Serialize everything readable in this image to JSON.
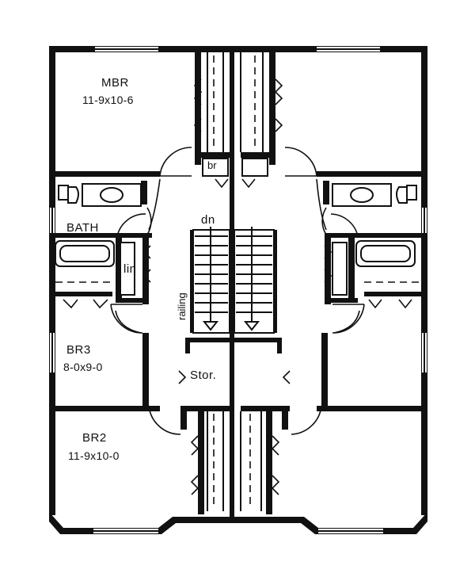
{
  "rooms": {
    "mbr": {
      "name": "MBR",
      "dims": "11-9x10-6"
    },
    "bath": {
      "name": "BATH"
    },
    "linen": {
      "name": "lin"
    },
    "br": {
      "name": "br"
    },
    "br3": {
      "name": "BR3",
      "dims": "8-0x9-0"
    },
    "br2": {
      "name": "BR2",
      "dims": "11-9x10-0"
    },
    "storage": {
      "name": "Stor."
    }
  },
  "stair": {
    "direction_label": "dn",
    "railing_label": "railing"
  },
  "colors": {
    "ink": "#111111",
    "paper": "#ffffff"
  }
}
